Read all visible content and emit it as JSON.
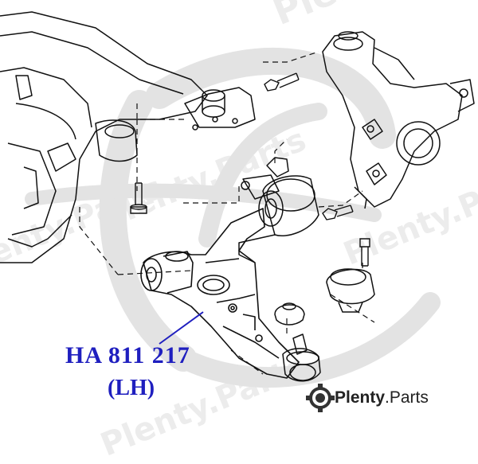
{
  "part_label": {
    "number": "HA 811 217",
    "side": "(LH)"
  },
  "brand": {
    "name_bold": "Plenty",
    "name_rest": ".Parts",
    "logo_icon": "gear-logo-icon"
  },
  "watermark": {
    "text": "Plenty.Parts",
    "color": "#ececec"
  },
  "colors": {
    "label": "#1f1fbf",
    "leader": "#1f1fbf",
    "line_art": "#111111",
    "watermark_logo": "#e3e3e3"
  }
}
